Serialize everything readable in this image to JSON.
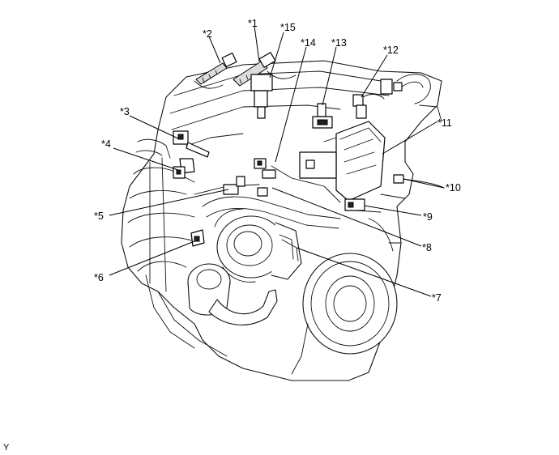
{
  "callouts": {
    "c1": "*1",
    "c2": "*2",
    "c3": "*3",
    "c4": "*4",
    "c5": "*5",
    "c6": "*6",
    "c7": "*7",
    "c8": "*8",
    "c9": "*9",
    "c10": "*10",
    "c11": "*11",
    "c12": "*12",
    "c13": "*13",
    "c14": "*14",
    "c15": "*15"
  },
  "corner_mark": "Y"
}
